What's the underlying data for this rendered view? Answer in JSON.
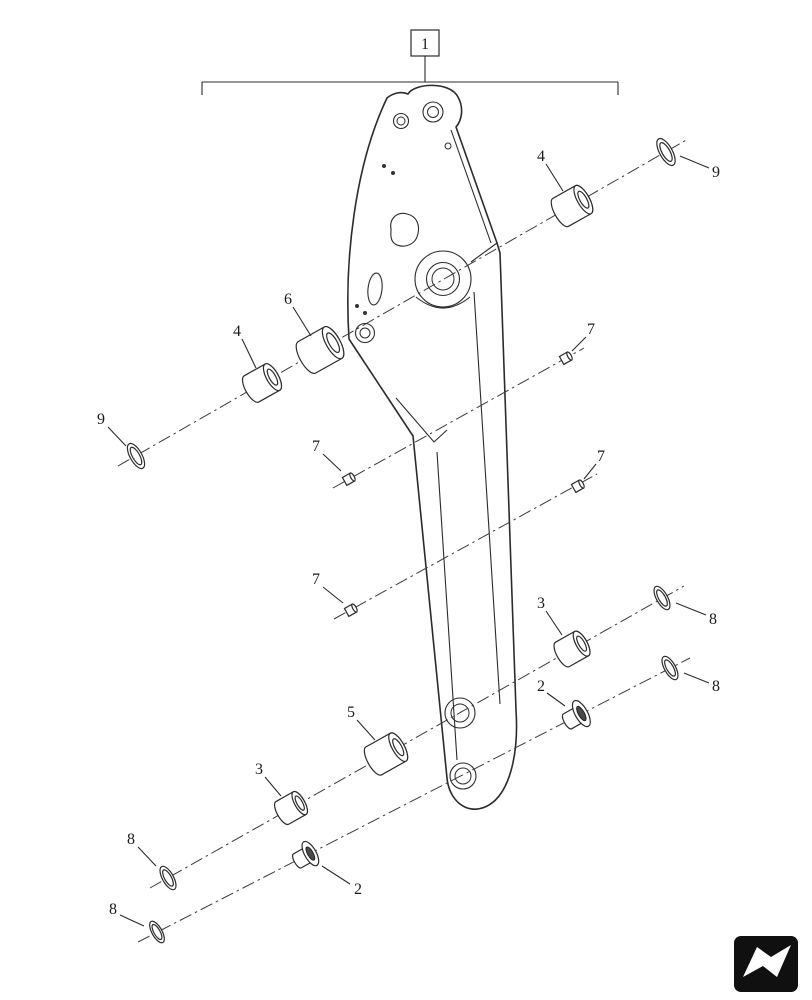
{
  "figure": {
    "type": "exploded-parts-diagram",
    "assembly": {
      "label": "1"
    },
    "callouts": [
      {
        "label": "4"
      },
      {
        "label": "9"
      },
      {
        "label": "6"
      },
      {
        "label": "4"
      },
      {
        "label": "9"
      },
      {
        "label": "7"
      },
      {
        "label": "7"
      },
      {
        "label": "7"
      },
      {
        "label": "7"
      },
      {
        "label": "3"
      },
      {
        "label": "8"
      },
      {
        "label": "2"
      },
      {
        "label": "8"
      },
      {
        "label": "5"
      },
      {
        "label": "3"
      },
      {
        "label": "8"
      },
      {
        "label": "2"
      },
      {
        "label": "8"
      }
    ]
  },
  "colors": {
    "line": "#2b2b2b",
    "logo_background": "#101010",
    "logo_mark": "#ffffff"
  }
}
